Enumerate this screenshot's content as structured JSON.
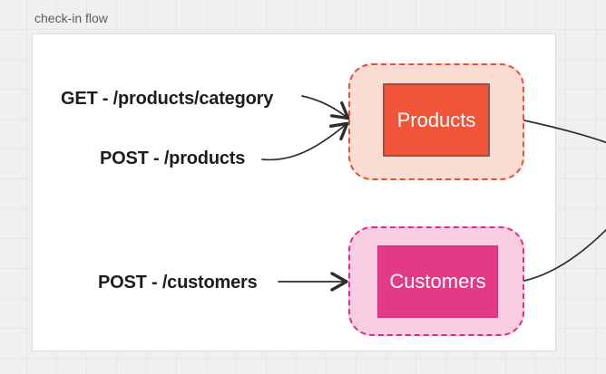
{
  "frame": {
    "label": "check-in flow"
  },
  "endpoints": [
    {
      "id": "get-products-category",
      "label": "GET - /products/category",
      "target": "Products"
    },
    {
      "id": "post-products",
      "label": "POST - /products",
      "target": "Products"
    },
    {
      "id": "post-customers",
      "label": "POST - /customers",
      "target": "Customers"
    }
  ],
  "nodes": [
    {
      "id": "products",
      "label": "Products",
      "box_fill": "#f0553a",
      "box_border": "#8a5a4e",
      "container_fill": "#fadcd3",
      "container_border": "#e84f33",
      "text_color": "#ffffff"
    },
    {
      "id": "customers",
      "label": "Customers",
      "box_fill": "#e23a85",
      "box_border": "#cf3179",
      "container_fill": "#f7cde2",
      "container_border": "#e02c86",
      "text_color": "#ffffff"
    }
  ],
  "connections": [
    {
      "from": "GET - /products/category",
      "to": "Products",
      "style": "curved-arrow"
    },
    {
      "from": "POST - /products",
      "to": "Products",
      "style": "curved-arrow"
    },
    {
      "from": "POST - /customers",
      "to": "Customers",
      "style": "straight-arrow"
    },
    {
      "from": "Products",
      "to": "off-canvas-right",
      "style": "curve"
    },
    {
      "from": "Customers",
      "to": "off-canvas-right",
      "style": "curve"
    }
  ],
  "colors": {
    "canvas_bg": "#f0f0f1",
    "grid_line": "#e7e7e9",
    "frame_bg": "#ffffff",
    "frame_border": "#dedee0",
    "frame_label_text": "#5d5d60",
    "endpoint_text": "#1d1d1e",
    "arrow_stroke": "#2e2e2e"
  }
}
